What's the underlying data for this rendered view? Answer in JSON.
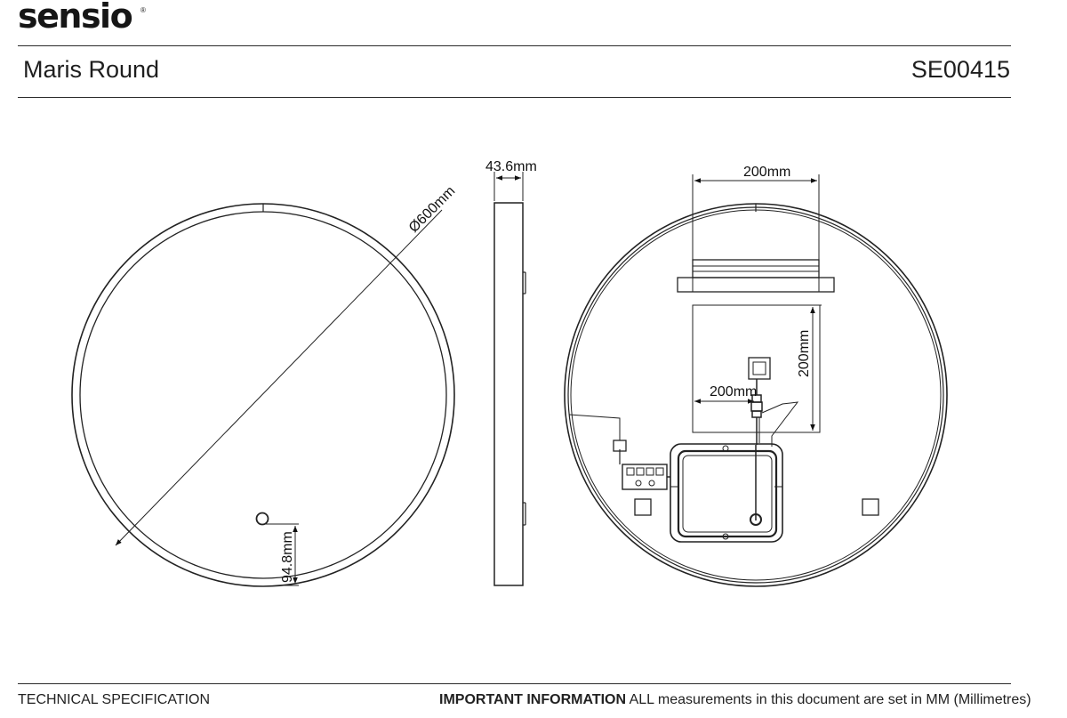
{
  "brand": {
    "logo_text": "sensio",
    "registered_mark": "®"
  },
  "header": {
    "product_name": "Maris Round",
    "product_code": "SE00415"
  },
  "drawing": {
    "front_view": {
      "diameter_label": "Ø600mm",
      "sensor_offset_label": "94.8mm"
    },
    "side_view": {
      "depth_label": "43.6mm"
    },
    "rear_view": {
      "bracket_width_label": "200mm",
      "plate_height_label": "200mm",
      "plate_width_label": "200mm"
    }
  },
  "footer": {
    "left_label": "TECHNICAL SPECIFICATION",
    "notice_title": "IMPORTANT INFORMATION",
    "notice_text": " ALL measurements in this document are set in MM (Millimetres)"
  }
}
